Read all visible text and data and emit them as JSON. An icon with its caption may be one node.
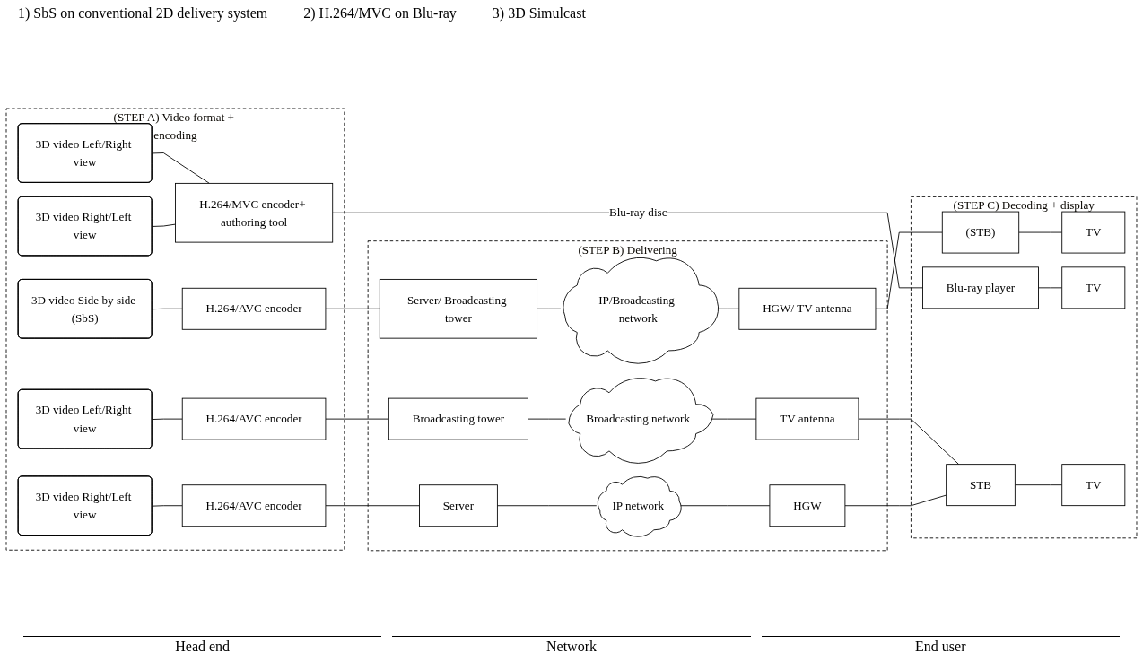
{
  "diagram": {
    "nodes": [
      {
        "text": [
          "(STEP A) Video format + encoding"
        ]
      },
      {
        "text": [
          "3D video Side by side (SbS)"
        ],
        "in": 0
      },
      {
        "text": [
          "H.264/AVC encoder"
        ],
        "in": 0
      },
      {
        "text": [
          "3D video Left/Right view"
        ],
        "in": 0
      },
      {
        "text": [
          "3D video Right/Left view"
        ],
        "in": 0
      },
      {
        "text": [
          "H.264/MVC encoder+ authoring tool"
        ],
        "in": 0
      },
      {
        "text": [
          "3D video Left/Right view"
        ],
        "in": 0
      },
      {
        "text": [
          "H.264/AVC encoder"
        ],
        "in": 0
      },
      {
        "text": [
          "3D video Right/Left view"
        ],
        "in": 0
      },
      {
        "text": [
          "H.264/AVC encoder"
        ],
        "in": 0
      },
      {
        "text": [
          "(STEP B) Delivering"
        ]
      },
      {
        "text": [
          "Server/ Broadcasting tower"
        ],
        "in": 10
      },
      {
        "text": [
          "IP/Broadcasting network"
        ],
        "in": 10
      },
      {
        "text": [
          "HGW/ TV antenna"
        ],
        "in": 10
      },
      {
        "text": [
          "Broadcasting tower"
        ],
        "in": 10
      },
      {
        "text": [
          "Broadcasting network"
        ],
        "in": 10
      },
      {
        "text": [
          "TV antenna"
        ],
        "in": 10
      },
      {
        "text": [
          "Server"
        ],
        "in": 10
      },
      {
        "text": [
          "IP network"
        ],
        "in": 10
      },
      {
        "text": [
          "HGW"
        ],
        "in": 10
      },
      {
        "text": [
          "(STEP C) Decoding + display"
        ]
      },
      {
        "text": [
          "(STB)"
        ],
        "in": 20
      },
      {
        "text": [
          "TV"
        ],
        "in": 20
      },
      {
        "text": [
          "Blu-ray player"
        ],
        "in": 20
      },
      {
        "text": [
          "TV"
        ],
        "in": 20
      },
      {
        "text": [
          "STB"
        ],
        "in": 20
      },
      {
        "text": [
          "TV"
        ],
        "in": 20
      }
    ],
    "edges": [
      {
        "from": 1,
        "to": 2,
        "arrow": "none"
      },
      {
        "from": 2,
        "to": 11,
        "arrow": "none"
      },
      {
        "from": 11,
        "to": 12,
        "arrow": "none"
      },
      {
        "from": 12,
        "to": 13,
        "arrow": "none"
      },
      {
        "from": 13,
        "to": 21,
        "arrow": "none"
      },
      {
        "from": 21,
        "to": 22,
        "arrow": "none"
      },
      {
        "from": 3,
        "to": 5,
        "arrow": "none"
      },
      {
        "from": 4,
        "to": 5,
        "arrow": "none"
      },
      {
        "from": 5,
        "to": 23,
        "arrow": "none",
        "label": "Blu-ray disc"
      },
      {
        "from": 23,
        "to": 24,
        "arrow": "none"
      },
      {
        "from": 6,
        "to": 7,
        "arrow": "none"
      },
      {
        "from": 7,
        "to": 14,
        "arrow": "none"
      },
      {
        "from": 14,
        "to": 15,
        "arrow": "none"
      },
      {
        "from": 15,
        "to": 16,
        "arrow": "none"
      },
      {
        "from": 16,
        "to": 25,
        "arrow": "none"
      },
      {
        "from": 8,
        "to": 9,
        "arrow": "none"
      },
      {
        "from": 9,
        "to": 17,
        "arrow": "none"
      },
      {
        "from": 17,
        "to": 18,
        "arrow": "none"
      },
      {
        "from": 18,
        "to": 19,
        "arrow": "none"
      },
      {
        "from": 19,
        "to": 25,
        "arrow": "none"
      },
      {
        "from": 25,
        "to": 26,
        "arrow": "none"
      }
    ],
    "labels": [
      "1) SbS on conventional 2D delivery system",
      "2) H.264/MVC on Blu-ray",
      "3) 3D Simulcast",
      "Head end",
      "Network",
      "End user"
    ]
  }
}
